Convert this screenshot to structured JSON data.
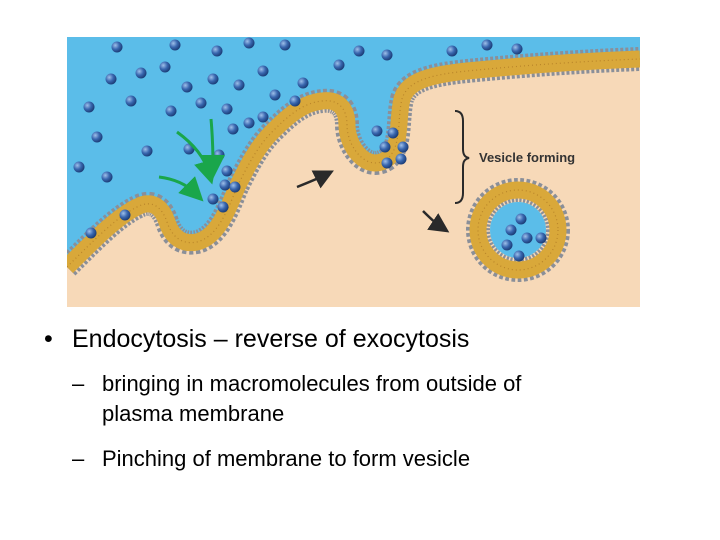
{
  "figure": {
    "label_vesicle": "Vesicle forming",
    "colors": {
      "outside": "#5bbde9",
      "cytoplasm": "#f7d9b8",
      "membrane": "#d9a83a",
      "molecule": "#2e5fa8",
      "arrow_green": "#1aa64b",
      "arrow_dark": "#2a2a2a"
    }
  },
  "bullets": {
    "main_symbol": "•",
    "main_text": "Endocytosis – reverse of exocytosis",
    "sub_symbol": "–",
    "sub1_line1": "bringing in macromolecules from outside of",
    "sub1_line2": "plasma membrane",
    "sub2": "Pinching of membrane to form vesicle"
  }
}
